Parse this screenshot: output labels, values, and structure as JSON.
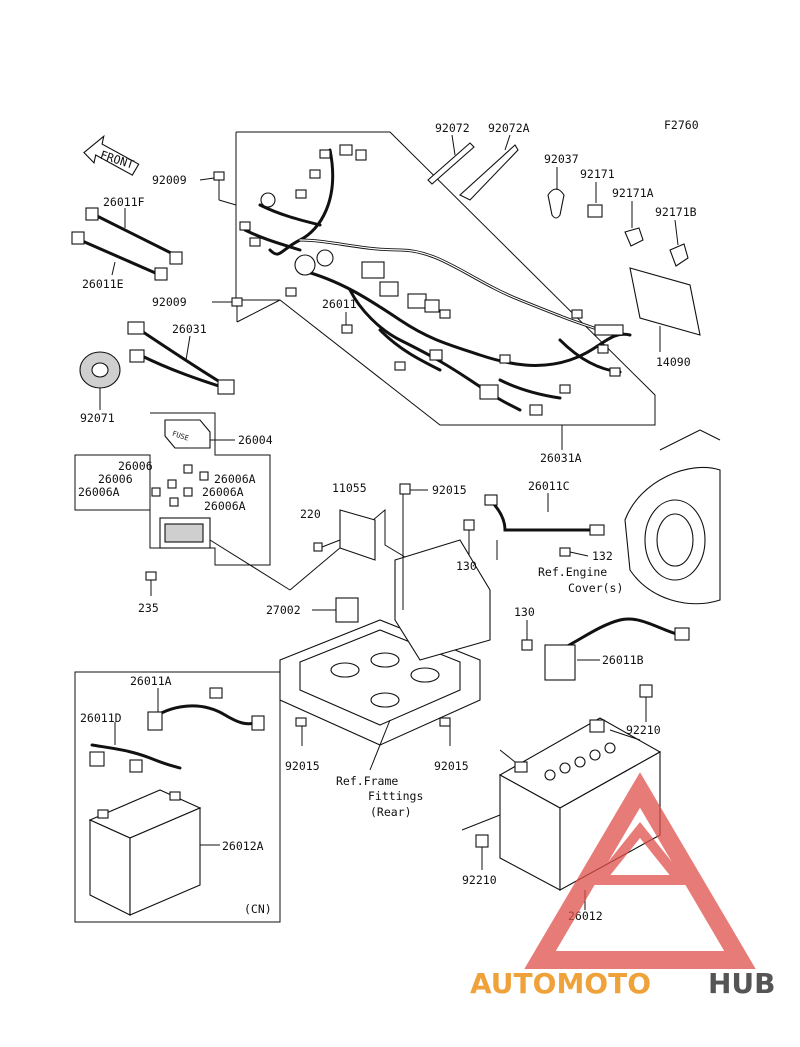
{
  "figure_code": "F2760",
  "front_arrow": "FRONT",
  "fuse_text": "FUSE",
  "ref_engine": [
    "Ref.Engine",
    "Cover(s)"
  ],
  "ref_frame": [
    "Ref.Frame",
    "Fittings",
    "(Rear)"
  ],
  "cn_note": "(CN)",
  "parts": {
    "p92072": "92072",
    "p92072A": "92072A",
    "p92037": "92037",
    "p92171": "92171",
    "p92171A": "92171A",
    "p92171B": "92171B",
    "p92009a": "92009",
    "p92009b": "92009",
    "p26011F": "26011F",
    "p26011E": "26011E",
    "p26011": "26011",
    "p26031": "26031",
    "p92071": "92071",
    "p14090": "14090",
    "p26031A": "26031A",
    "p26004": "26004",
    "p26006a": "26006",
    "p26006b": "26006",
    "p26006Aa": "26006A",
    "p26006Ab": "26006A",
    "p26006Ac": "26006A",
    "p26006Ad": "26006A",
    "p235": "235",
    "p11055": "11055",
    "p92015a": "92015",
    "p92015b": "92015",
    "p92015c": "92015",
    "p220": "220",
    "p26011C": "26011C",
    "p130a": "130",
    "p130b": "130",
    "p132": "132",
    "p27002": "27002",
    "p26011B": "26011B",
    "p92210a": "92210",
    "p92210b": "92210",
    "p26011A": "26011A",
    "p26011D": "26011D",
    "p26012A": "26012A",
    "p26012": "26012"
  },
  "watermark": {
    "part1": "AUTOMOTO",
    "part2": "HUB"
  },
  "colors": {
    "line": "#111111",
    "watermark_red": "#e0504a",
    "watermark_orange": "#f0a23a",
    "watermark_gray": "#555555"
  }
}
